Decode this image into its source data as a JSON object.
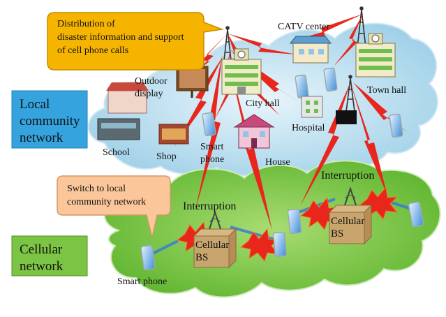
{
  "callouts": {
    "disaster": "Distribution of disaster information and support of cell phone calls",
    "switch": "Switch to local community network"
  },
  "boxes": {
    "local": "Local community network",
    "cellular": "Cellular network"
  },
  "labels": {
    "catv_center": "CATV center",
    "outdoor_display": "Outdoor display",
    "city_hall": "City hall",
    "town_hall": "Town hall",
    "hospital": "Hospital",
    "school": "School",
    "shop": "Shop",
    "smart_phone_top": "Smart phone",
    "house": "House",
    "interruption_left": "Interruption",
    "interruption_right": "Interruption",
    "cellular_bs_left": "Cellular BS",
    "cellular_bs_right": "Cellular BS",
    "smart_phone_bottom": "Smart phone"
  },
  "icons": [
    "antenna-tower-icon",
    "lightning-link-icon",
    "explosion-icon",
    "smartphone-icon",
    "building-icon",
    "house-icon",
    "cellular-bs-box-icon",
    "display-icon",
    "shop-icon",
    "school-icon"
  ],
  "colors": {
    "sky_cloud": "#b8dced",
    "green_cloud": "#7cc443",
    "lightning": "#e8261c",
    "callout_yellow": "#f5b400",
    "callout_peach": "#fbc79a",
    "local_box": "#35a3de",
    "cellular_box": "#7cc443"
  }
}
